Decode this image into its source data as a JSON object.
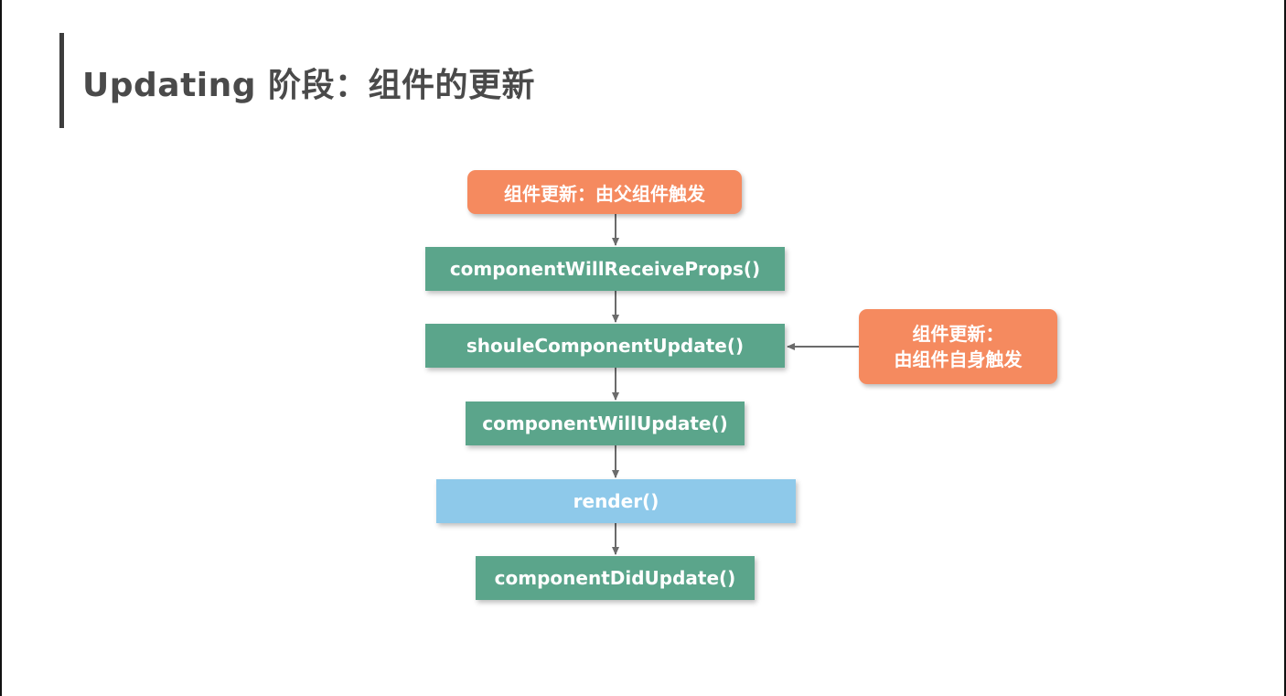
{
  "title": "Updating 阶段：组件的更新",
  "diagram": {
    "trigger_parent": "组件更新：由父组件触发",
    "steps": [
      "componentWillReceiveProps()",
      "shouleComponentUpdate()",
      "componentWillUpdate()",
      "render()",
      "componentDidUpdate()"
    ],
    "trigger_self": {
      "line1": "组件更新：",
      "line2": "由组件自身触发"
    }
  },
  "colors": {
    "trigger": "#f58a5f",
    "lifecycle": "#5ba58b",
    "render": "#8ec9ea",
    "arrow": "#6b6b6b"
  }
}
